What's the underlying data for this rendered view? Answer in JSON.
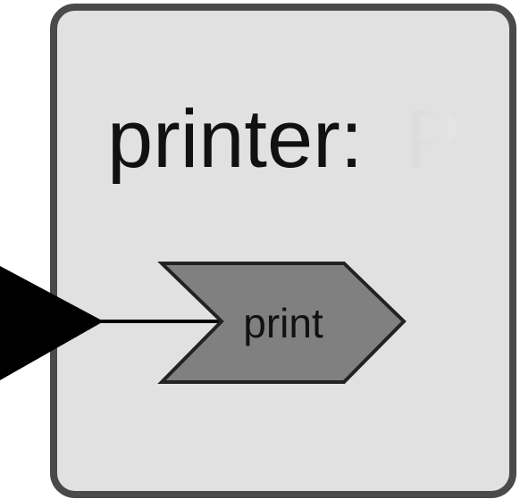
{
  "component": {
    "title_prefix": "printer:",
    "title_suffix": "P",
    "fill_color": "#e1e1e1",
    "border_color": "#4a4a4a"
  },
  "action": {
    "label": "print",
    "fill_color": "#808080",
    "border_color": "#222222"
  },
  "input_port": {
    "icon": "input-triangle-icon",
    "color": "#000000"
  }
}
